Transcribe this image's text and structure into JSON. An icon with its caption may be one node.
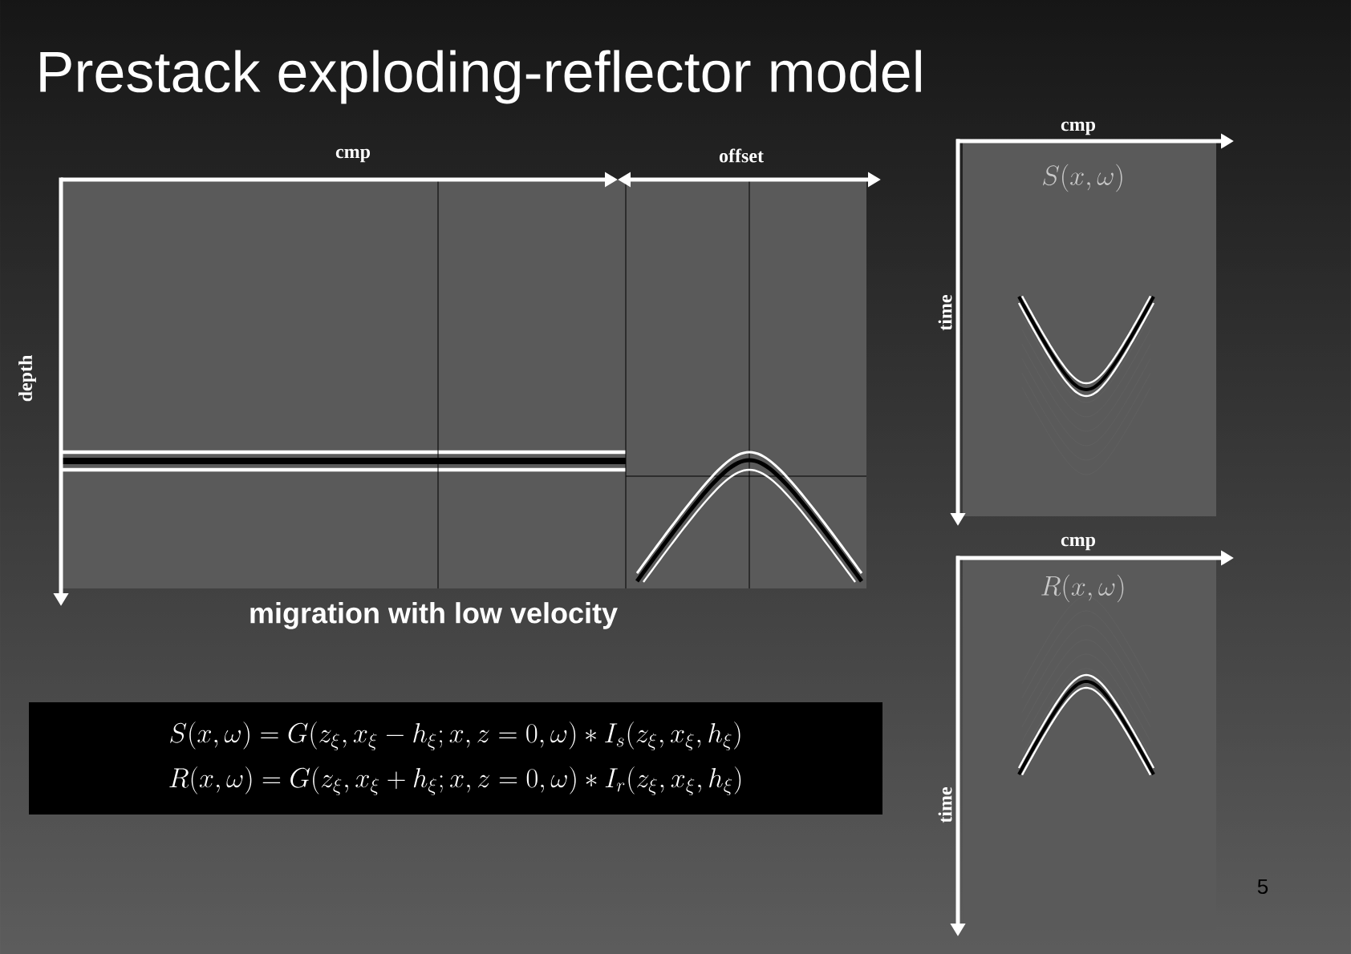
{
  "diagram": {
    "title": "Prestack exploding-reflector model",
    "labels": [
      "cmp",
      "offset",
      "depth",
      "migration with low velocity",
      "cmp",
      "time",
      "S(x,\\omega)",
      "cmp",
      "time",
      "R(x,\\omega)",
      "S(x,\\omega) = G(z_\\xi, x_\\xi - h_\\xi; x, z = 0, \\omega) * I_s(z_\\xi, x_\\xi, h_\\xi)",
      "R(x,\\omega) = G(z_\\xi, x_\\xi + h_\\xi; x, z = 0, \\omega) * I_r(z_\\xi, x_\\xi, h_\\xi)",
      "5"
    ]
  }
}
